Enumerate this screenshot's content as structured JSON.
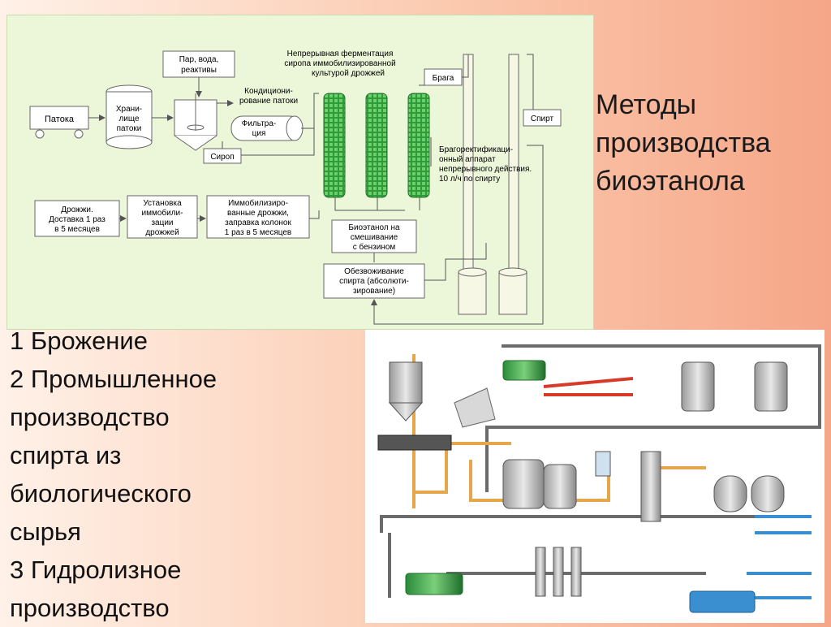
{
  "title_lines": [
    "Методы",
    "производства",
    "биоэтанола"
  ],
  "list_lines": [
    "1 Брожение",
    "2 Промышленное",
    "производство",
    "спирта из",
    "биологического",
    "сырья",
    "3 Гидролизное",
    "производство"
  ],
  "diagram1": {
    "patoka": "Патока",
    "storage": [
      "Храни-",
      "лище",
      "патоки"
    ],
    "steam": [
      "Пар, вода,",
      "реактивы"
    ],
    "conditioning": [
      "Кондициони-",
      "рование патоки"
    ],
    "filtration": [
      "Фильтра-",
      "ция"
    ],
    "syrup": "Сироп",
    "fermentation": [
      "Непрерывная ферментация",
      "сиропа иммобилизированной",
      "культурой дрожжей"
    ],
    "braga": "Брага",
    "spirit": "Спирт",
    "rectification": [
      "Брагоректификаци-",
      "онный аппарат",
      "непрерывного действия.",
      "10 л/ч по спирту"
    ],
    "yeast": [
      "Дрожжи.",
      "Доставка 1 раз",
      "в 5 месяцев"
    ],
    "immob_install": [
      "Установка",
      "иммобили-",
      "зации",
      "дрожжей"
    ],
    "immob_yeast": [
      "Иммобилизиро-",
      "ванные дрожжи,",
      "заправка колонок",
      "1 раз в 5 месяцев"
    ],
    "bioethanol": [
      "Биоэтанол на",
      "смешивание",
      "с бензином"
    ],
    "dehydration": [
      "Обезвоживание",
      "спирта (абсолюти-",
      "зирование)"
    ]
  },
  "colors": {
    "diagram1_bg": "#ecf6d9",
    "column_green": "#2e9a3a",
    "arrow_red": "#d83a2a",
    "arrow_orange": "#e6a74a",
    "arrow_blue": "#3a8fd0",
    "pipe_gray": "#6b6b6b"
  }
}
